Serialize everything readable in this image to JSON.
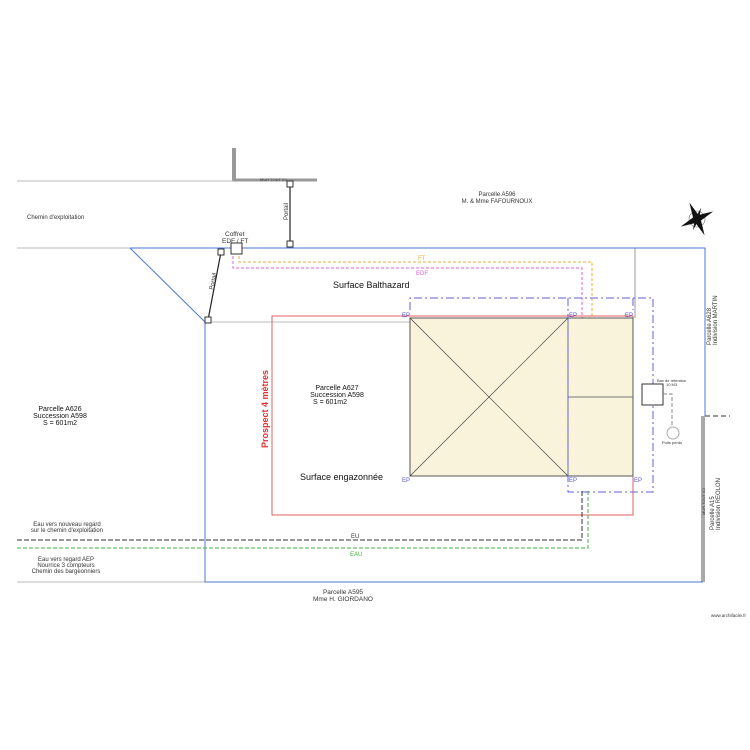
{
  "labels": {
    "wall_top": "MUR TOUT ICI",
    "wall_right": "MUR TOUT ICI",
    "chemin": "Chemin d'exploitation",
    "coffret_1": "Coffret",
    "coffret_2": "EDF / FT",
    "portail": "Portail",
    "parcelle_a596_1": "Parcelle A596",
    "parcelle_a596_2": "M. & Mme FAFOURNOUX",
    "surface_balthazard": "Surface Balthazard",
    "ft": "FT",
    "edf": "EDF",
    "ep": "EP",
    "parcelle_a628_1": "Parcelle A628",
    "parcelle_a628_2": "Indivision MARTIN",
    "parcelle_a626_1": "Parcelle A626",
    "parcelle_a626_2": "Succession A598",
    "parcelle_a626_3": "S = 601m2",
    "parcelle_a627_1": "Parcelle A627",
    "parcelle_a627_2": "Succession A598",
    "parcelle_a627_3": "S = 601m2",
    "prospect": "Prospect 4 mètres",
    "surface_engazonnee": "Surface engazonnée",
    "bac_1": "Bac de rétention",
    "bac_2": "10 M3",
    "puits": "Puits perdu",
    "parcelle_a15_1": "Parcelle A15",
    "parcelle_a15_2": "Indivision REOLON",
    "eau_regard_1": "Eau vers nouveau regard",
    "eau_regard_2": "sur le chemin d'exploitation",
    "eu": "EU",
    "eau": "EAU",
    "aep_1": "Eau vers regard AEP",
    "aep_2": "Nourrice 3 compteurs",
    "aep_3": "Chemin des bargeonniers",
    "parcelle_a595_1": "Parcelle A595",
    "parcelle_a595_2": "Mme H. GIORDANO",
    "watermark": "www.archifacile.fr"
  },
  "colors": {
    "boundary": "#4a78d0",
    "prospect": "#e06060",
    "ft": "#e8b030",
    "edf": "#e060e0",
    "ep": "#6060e0",
    "eau": "#40b040",
    "building": "#faf3dc"
  }
}
